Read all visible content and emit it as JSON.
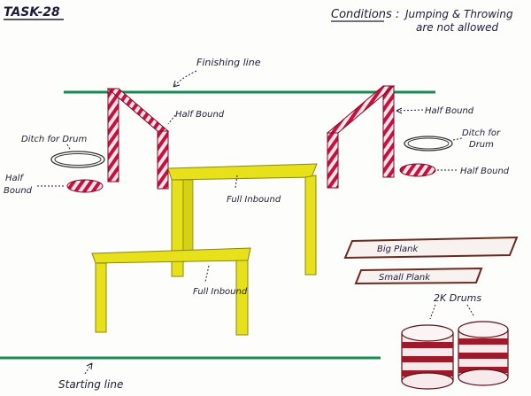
{
  "task_title": "TASK-28",
  "conditions": {
    "label": "Conditions :",
    "line1": "Jumping & Throwing",
    "line2": "are not allowed"
  },
  "labels": {
    "finishing_line": "Finishing line",
    "starting_line": "Starting line",
    "half_bound_top_left": "Half Bound",
    "half_bound_top_right": "Half Bound",
    "half_bound_left_line1": "Half",
    "half_bound_left_line2": "Bound",
    "half_bound_right": "Half Bound",
    "ditch_left_line1": "Ditch for Drum",
    "ditch_right_line1": "Ditch for",
    "ditch_right_line2": "Drum",
    "full_inbound_upper": "Full Inbound",
    "full_inbound_lower": "Full Inbound",
    "big_plank": "Big Plank",
    "small_plank": "Small Plank",
    "drums": "2K Drums"
  },
  "colors": {
    "line_green": "#1a8a55",
    "hurdle_yellow": "#e6e11a",
    "hurdle_yellow_edge": "#8a8610",
    "bound_red": "#c8103f",
    "plank_brown": "#6a2a1e",
    "drum_red": "#9c1a2a"
  }
}
